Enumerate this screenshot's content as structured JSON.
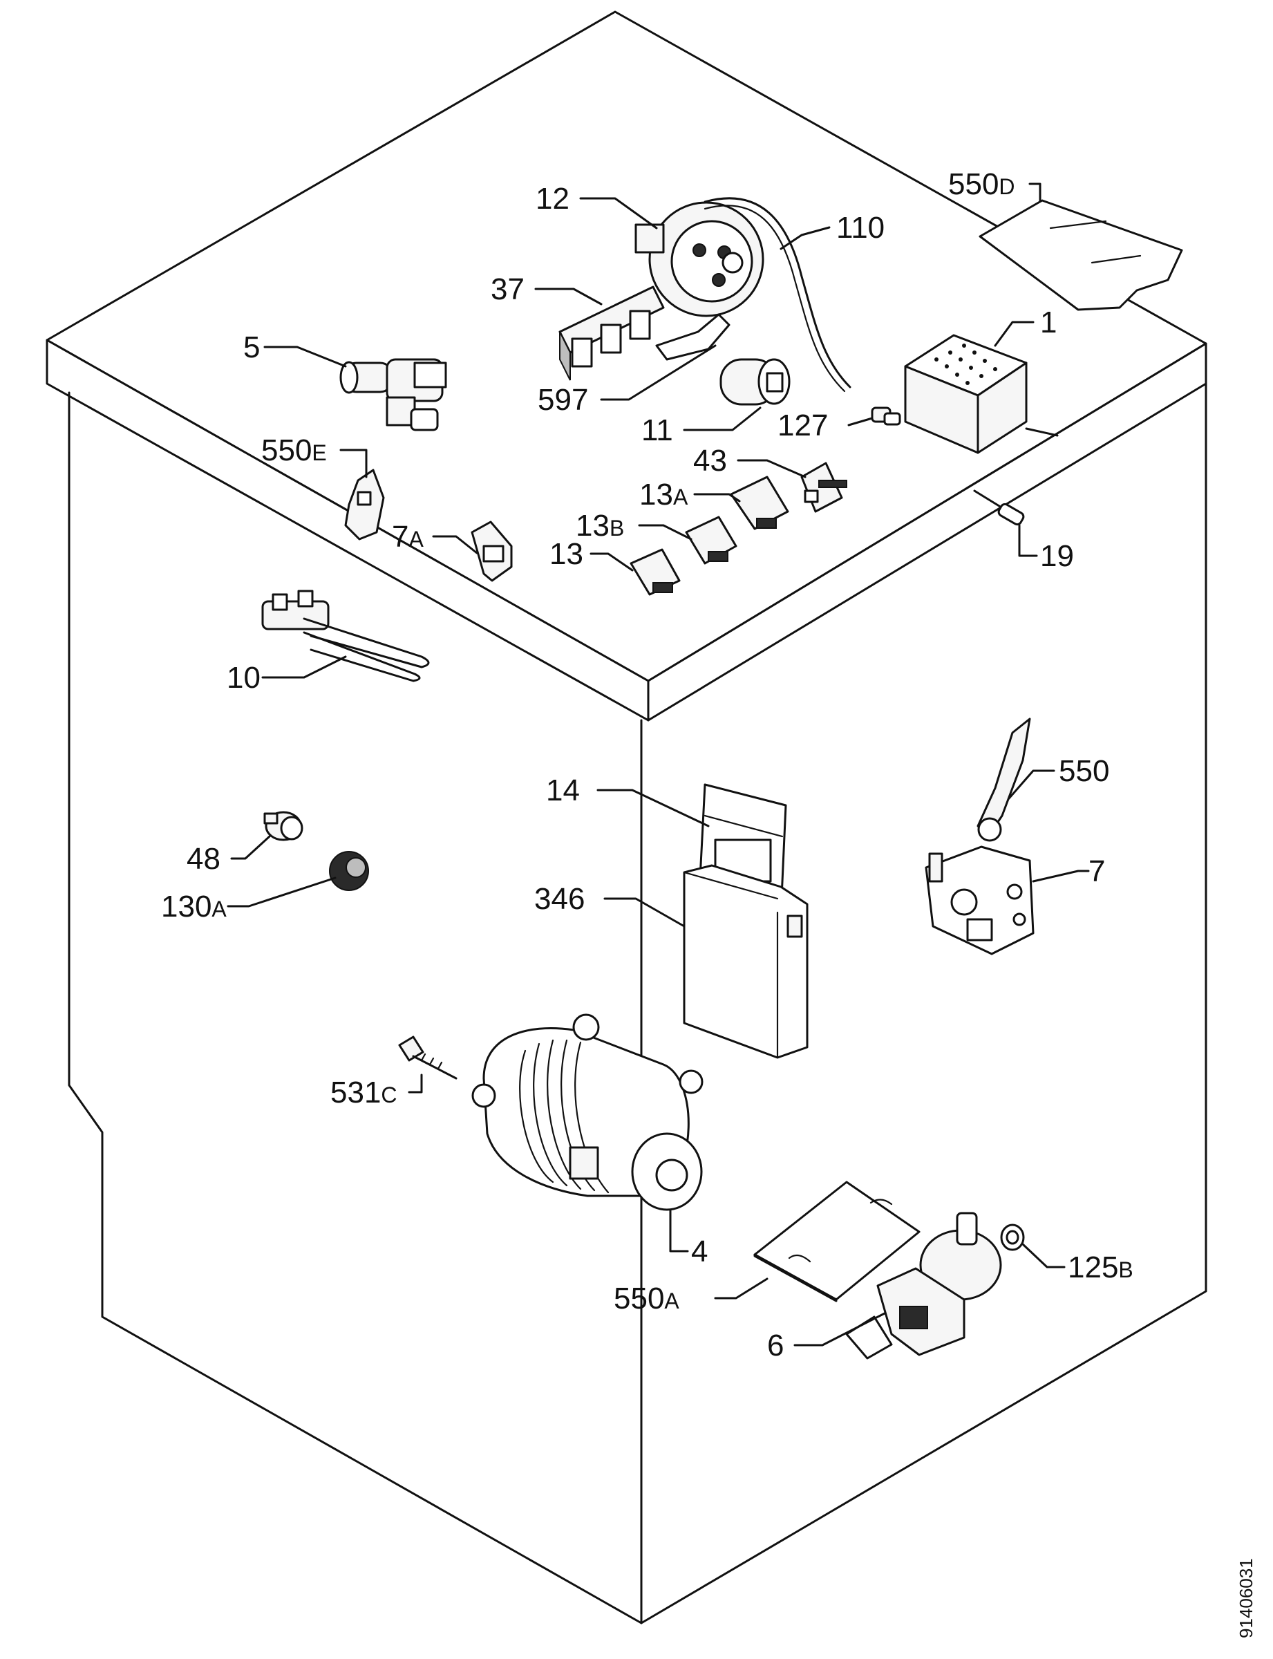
{
  "document_number": "91406031",
  "callouts": [
    {
      "id": "12",
      "main": "12",
      "sub": ""
    },
    {
      "id": "110",
      "main": "110",
      "sub": ""
    },
    {
      "id": "550D",
      "main": "550",
      "sub": "D"
    },
    {
      "id": "37",
      "main": "37",
      "sub": ""
    },
    {
      "id": "5",
      "main": "5",
      "sub": ""
    },
    {
      "id": "1",
      "main": "1",
      "sub": ""
    },
    {
      "id": "597",
      "main": "597",
      "sub": ""
    },
    {
      "id": "11",
      "main": "11",
      "sub": ""
    },
    {
      "id": "127",
      "main": "127",
      "sub": ""
    },
    {
      "id": "550E",
      "main": "550",
      "sub": "E"
    },
    {
      "id": "43",
      "main": "43",
      "sub": ""
    },
    {
      "id": "13A",
      "main": "13",
      "sub": "A"
    },
    {
      "id": "7A",
      "main": "7",
      "sub": "A"
    },
    {
      "id": "13B",
      "main": "13",
      "sub": "B"
    },
    {
      "id": "13",
      "main": "13",
      "sub": ""
    },
    {
      "id": "19",
      "main": "19",
      "sub": ""
    },
    {
      "id": "10",
      "main": "10",
      "sub": ""
    },
    {
      "id": "14",
      "main": "14",
      "sub": ""
    },
    {
      "id": "550",
      "main": "550",
      "sub": ""
    },
    {
      "id": "48",
      "main": "48",
      "sub": ""
    },
    {
      "id": "7",
      "main": "7",
      "sub": ""
    },
    {
      "id": "346",
      "main": "346",
      "sub": ""
    },
    {
      "id": "130A",
      "main": "130",
      "sub": "A"
    },
    {
      "id": "531C",
      "main": "531",
      "sub": "C"
    },
    {
      "id": "4",
      "main": "4",
      "sub": ""
    },
    {
      "id": "125B",
      "main": "125",
      "sub": "B"
    },
    {
      "id": "550A",
      "main": "550",
      "sub": "A"
    },
    {
      "id": "6",
      "main": "6",
      "sub": ""
    }
  ]
}
